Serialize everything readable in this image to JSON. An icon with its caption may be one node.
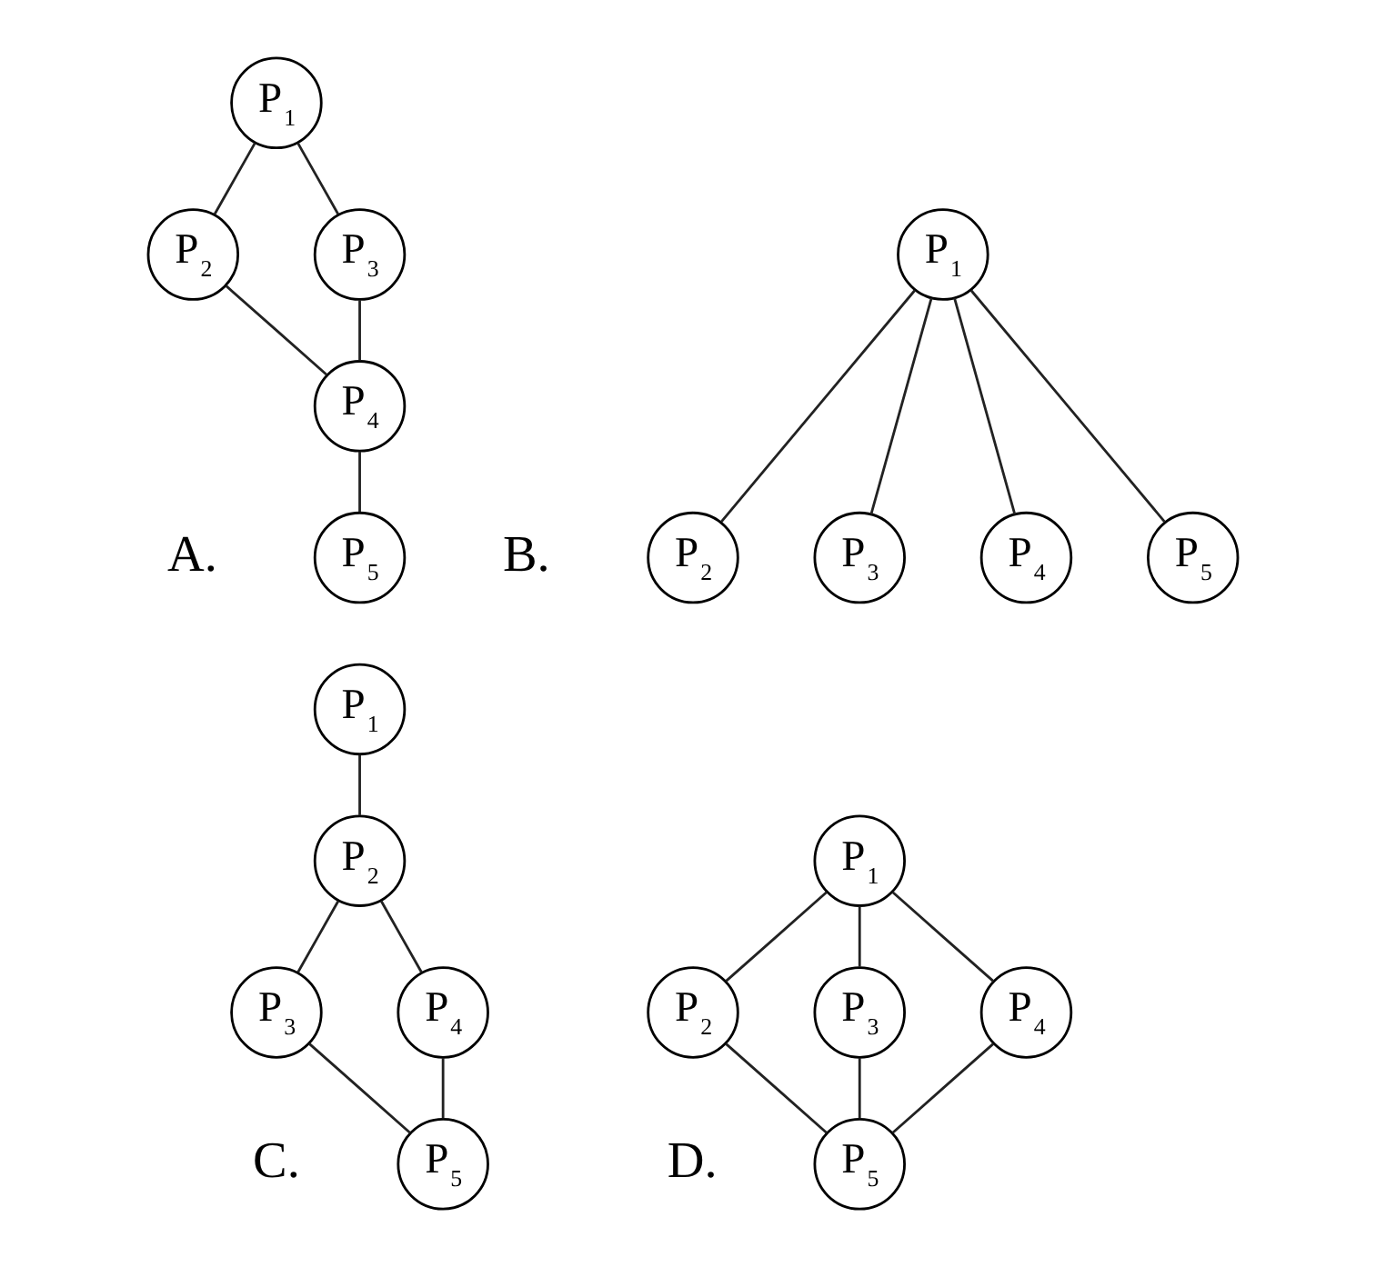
{
  "diagram": {
    "nodes": [
      {
        "text": [
          "P$_{1}$"
        ]
      },
      {
        "text": [
          "P$_{2}$"
        ]
      },
      {
        "text": [
          "P$_{3}$"
        ]
      },
      {
        "text": [
          "P$_{4}$"
        ]
      },
      {
        "text": [
          "P$_{5}$"
        ]
      },
      {
        "text": [
          "P$_{1}$"
        ]
      },
      {
        "text": [
          "P$_{2}$"
        ]
      },
      {
        "text": [
          "P$_{3}$"
        ]
      },
      {
        "text": [
          "P$_{4}$"
        ]
      },
      {
        "text": [
          "P$_{5}$"
        ]
      },
      {
        "text": [
          "P$_{1}$"
        ]
      },
      {
        "text": [
          "P$_{2}$"
        ]
      },
      {
        "text": [
          "P$_{3}$"
        ]
      },
      {
        "text": [
          "P$_{4}$"
        ]
      },
      {
        "text": [
          "P$_{5}$"
        ]
      },
      {
        "text": [
          "P$_{1}$"
        ]
      },
      {
        "text": [
          "P$_{2}$"
        ]
      },
      {
        "text": [
          "P$_{3}$"
        ]
      },
      {
        "text": [
          "P$_{4}$"
        ]
      },
      {
        "text": [
          "P$_{5}$"
        ]
      }
    ],
    "edges": [
      {
        "from": 0,
        "to": 1,
        "arrow": "none"
      },
      {
        "from": 0,
        "to": 2,
        "arrow": "none"
      },
      {
        "from": 1,
        "to": 3,
        "arrow": "none"
      },
      {
        "from": 2,
        "to": 3,
        "arrow": "none"
      },
      {
        "from": 3,
        "to": 4,
        "arrow": "none"
      },
      {
        "from": 5,
        "to": 6,
        "arrow": "none"
      },
      {
        "from": 5,
        "to": 7,
        "arrow": "none"
      },
      {
        "from": 5,
        "to": 8,
        "arrow": "none"
      },
      {
        "from": 5,
        "to": 9,
        "arrow": "none"
      },
      {
        "from": 10,
        "to": 11,
        "arrow": "none"
      },
      {
        "from": 11,
        "to": 12,
        "arrow": "none"
      },
      {
        "from": 11,
        "to": 13,
        "arrow": "none"
      },
      {
        "from": 12,
        "to": 14,
        "arrow": "none"
      },
      {
        "from": 13,
        "to": 14,
        "arrow": "none"
      },
      {
        "from": 15,
        "to": 16,
        "arrow": "none"
      },
      {
        "from": 15,
        "to": 17,
        "arrow": "none"
      },
      {
        "from": 15,
        "to": 18,
        "arrow": "none"
      },
      {
        "from": 16,
        "to": 19,
        "arrow": "none"
      },
      {
        "from": 17,
        "to": 19,
        "arrow": "none"
      },
      {
        "from": 18,
        "to": 19,
        "arrow": "none"
      }
    ],
    "labels": [
      "A.",
      "B.",
      "C.",
      "D."
    ]
  }
}
